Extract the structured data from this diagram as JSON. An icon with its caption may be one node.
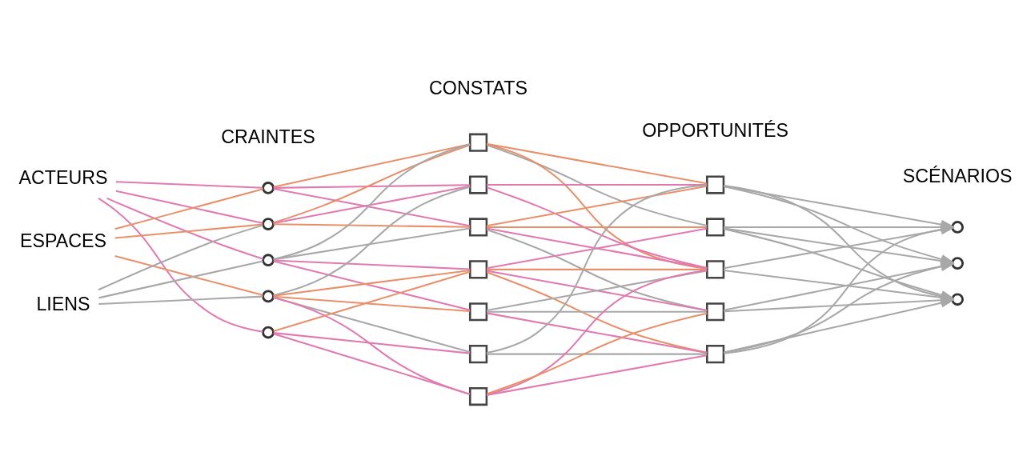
{
  "diagram": {
    "nodes": [
      {
        "text": [
          "ACTEURS"
        ]
      },
      {
        "text": [
          "ESPACES"
        ]
      },
      {
        "text": [
          "LIENS"
        ]
      },
      {
        "text": [],
        "shape": "circle"
      },
      {
        "text": [],
        "shape": "circle"
      },
      {
        "text": [],
        "shape": "circle"
      },
      {
        "text": [],
        "shape": "circle"
      },
      {
        "text": [],
        "shape": "circle"
      },
      {
        "text": [],
        "shape": "box"
      },
      {
        "text": [],
        "shape": "box"
      },
      {
        "text": [],
        "shape": "box"
      },
      {
        "text": [],
        "shape": "box"
      },
      {
        "text": [],
        "shape": "box"
      },
      {
        "text": [],
        "shape": "box"
      },
      {
        "text": [],
        "shape": "box"
      },
      {
        "text": [],
        "shape": "box"
      },
      {
        "text": [],
        "shape": "box"
      },
      {
        "text": [],
        "shape": "box"
      },
      {
        "text": [],
        "shape": "box"
      },
      {
        "text": [],
        "shape": "box"
      },
      {
        "text": [],
        "shape": "circle"
      },
      {
        "text": [],
        "shape": "circle"
      },
      {
        "text": [],
        "shape": "circle"
      }
    ],
    "edges": [
      {
        "from": 0,
        "to": 3,
        "arrow": "none"
      },
      {
        "from": 0,
        "to": 4,
        "arrow": "none"
      },
      {
        "from": 0,
        "to": 5,
        "arrow": "none"
      },
      {
        "from": 0,
        "to": 7,
        "arrow": "none"
      },
      {
        "from": 1,
        "to": 3,
        "arrow": "none",
        "color": "#e8906a"
      },
      {
        "from": 1,
        "to": 4,
        "arrow": "none",
        "color": "#e8906a"
      },
      {
        "from": 1,
        "to": 6,
        "arrow": "none",
        "color": "#e8906a"
      },
      {
        "from": 2,
        "to": 4,
        "arrow": "none",
        "color": "#a8a8a8"
      },
      {
        "from": 2,
        "to": 5,
        "arrow": "none",
        "color": "#a8a8a8"
      },
      {
        "from": 2,
        "to": 6,
        "arrow": "none",
        "color": "#a8a8a8"
      },
      {
        "from": 3,
        "to": 8,
        "arrow": "none",
        "color": "#e8906a"
      },
      {
        "from": 3,
        "to": 9,
        "arrow": "none"
      },
      {
        "from": 3,
        "to": 10,
        "arrow": "none"
      },
      {
        "from": 4,
        "to": 8,
        "arrow": "none",
        "color": "#e8906a"
      },
      {
        "from": 4,
        "to": 9,
        "arrow": "none"
      },
      {
        "from": 4,
        "to": 10,
        "arrow": "none",
        "color": "#e8906a"
      },
      {
        "from": 5,
        "to": 8,
        "arrow": "none",
        "color": "#a8a8a8"
      },
      {
        "from": 5,
        "to": 10,
        "arrow": "none",
        "color": "#a8a8a8"
      },
      {
        "from": 5,
        "to": 11,
        "arrow": "none"
      },
      {
        "from": 5,
        "to": 12,
        "arrow": "none"
      },
      {
        "from": 6,
        "to": 9,
        "arrow": "none",
        "color": "#a8a8a8"
      },
      {
        "from": 6,
        "to": 11,
        "arrow": "none",
        "color": "#e8906a"
      },
      {
        "from": 6,
        "to": 12,
        "arrow": "none",
        "color": "#e8906a"
      },
      {
        "from": 6,
        "to": 13,
        "arrow": "none",
        "color": "#a8a8a8"
      },
      {
        "from": 6,
        "to": 14,
        "arrow": "none"
      },
      {
        "from": 7,
        "to": 11,
        "arrow": "none",
        "color": "#e8906a"
      },
      {
        "from": 7,
        "to": 13,
        "arrow": "none"
      },
      {
        "from": 7,
        "to": 14,
        "arrow": "none"
      },
      {
        "from": 8,
        "to": 15,
        "arrow": "none",
        "color": "#e8906a"
      },
      {
        "from": 8,
        "to": 16,
        "arrow": "none",
        "color": "#a8a8a8"
      },
      {
        "from": 8,
        "to": 17,
        "arrow": "none",
        "color": "#e8906a"
      },
      {
        "from": 9,
        "to": 15,
        "arrow": "none"
      },
      {
        "from": 9,
        "to": 17,
        "arrow": "none"
      },
      {
        "from": 10,
        "to": 15,
        "arrow": "none",
        "color": "#e8906a"
      },
      {
        "from": 10,
        "to": 16,
        "arrow": "none",
        "color": "#e8906a"
      },
      {
        "from": 10,
        "to": 17,
        "arrow": "none"
      },
      {
        "from": 10,
        "to": 18,
        "arrow": "none",
        "color": "#a8a8a8"
      },
      {
        "from": 11,
        "to": 16,
        "arrow": "none"
      },
      {
        "from": 11,
        "to": 17,
        "arrow": "none",
        "color": "#e8906a"
      },
      {
        "from": 11,
        "to": 18,
        "arrow": "none"
      },
      {
        "from": 11,
        "to": 19,
        "arrow": "none",
        "color": "#e8906a"
      },
      {
        "from": 12,
        "to": 17,
        "arrow": "none",
        "color": "#a8a8a8"
      },
      {
        "from": 12,
        "to": 18,
        "arrow": "none",
        "color": "#a8a8a8"
      },
      {
        "from": 12,
        "to": 19,
        "arrow": "none"
      },
      {
        "from": 13,
        "to": 15,
        "arrow": "none",
        "color": "#a8a8a8"
      },
      {
        "from": 13,
        "to": 19,
        "arrow": "none",
        "color": "#a8a8a8"
      },
      {
        "from": 14,
        "to": 17,
        "arrow": "none"
      },
      {
        "from": 14,
        "to": 18,
        "arrow": "none",
        "color": "#e8906a"
      },
      {
        "from": 14,
        "to": 19,
        "arrow": "none"
      },
      {
        "from": 15,
        "to": 20,
        "arrow": "to",
        "color": "#a8a8a8"
      },
      {
        "from": 15,
        "to": 21,
        "arrow": "to",
        "color": "#a8a8a8"
      },
      {
        "from": 15,
        "to": 22,
        "arrow": "to",
        "color": "#a8a8a8"
      },
      {
        "from": 16,
        "to": 20,
        "arrow": "to",
        "color": "#a8a8a8"
      },
      {
        "from": 16,
        "to": 21,
        "arrow": "to",
        "color": "#a8a8a8"
      },
      {
        "from": 16,
        "to": 22,
        "arrow": "to",
        "color": "#a8a8a8"
      },
      {
        "from": 17,
        "to": 20,
        "arrow": "to",
        "color": "#a8a8a8"
      },
      {
        "from": 17,
        "to": 22,
        "arrow": "to",
        "color": "#a8a8a8"
      },
      {
        "from": 18,
        "to": 21,
        "arrow": "to",
        "color": "#a8a8a8"
      },
      {
        "from": 18,
        "to": 22,
        "arrow": "to",
        "color": "#a8a8a8"
      },
      {
        "from": 19,
        "to": 20,
        "arrow": "to",
        "color": "#a8a8a8"
      },
      {
        "from": 19,
        "to": 21,
        "arrow": "to",
        "color": "#a8a8a8"
      },
      {
        "from": 19,
        "to": 22,
        "arrow": "to",
        "color": "#a8a8a8"
      }
    ],
    "labels": [
      "CRAINTES",
      "CONSTATS",
      "OPPORTUNITÉS",
      "SCÉNARIOS"
    ]
  }
}
